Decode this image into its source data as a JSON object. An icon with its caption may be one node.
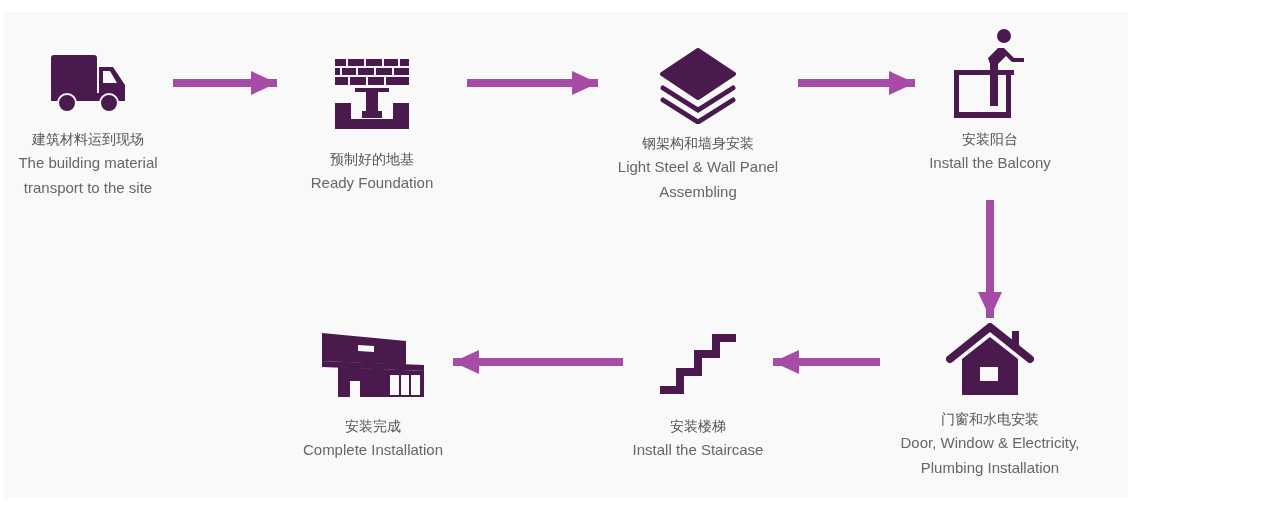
{
  "diagram": {
    "nodes": [
      {
        "text": [
          "建筑材料运到现场",
          "The building material transport to the site"
        ]
      },
      {
        "text": [
          "预制好的地基",
          "Ready Foundation"
        ]
      },
      {
        "text": [
          "钢架构和墙身安装",
          "Light Steel & Wall Panel Assembling"
        ]
      },
      {
        "text": [
          "安装阳台",
          "Install the Balcony"
        ]
      },
      {
        "text": [
          "门窗和水电安装",
          "Door, Window & Electricity, Plumbing Installation"
        ]
      },
      {
        "text": [
          "安装楼梯",
          "Install the Staircase"
        ]
      },
      {
        "text": [
          "安装完成",
          "Complete Installation"
        ]
      }
    ],
    "edges": [
      {
        "from": 0,
        "to": 1,
        "arrow": "to"
      },
      {
        "from": 1,
        "to": 2,
        "arrow": "to"
      },
      {
        "from": 2,
        "to": 3,
        "arrow": "to"
      },
      {
        "from": 3,
        "to": 4,
        "arrow": "to"
      },
      {
        "from": 4,
        "to": 5,
        "arrow": "to"
      },
      {
        "from": 5,
        "to": 6,
        "arrow": "to"
      }
    ]
  }
}
